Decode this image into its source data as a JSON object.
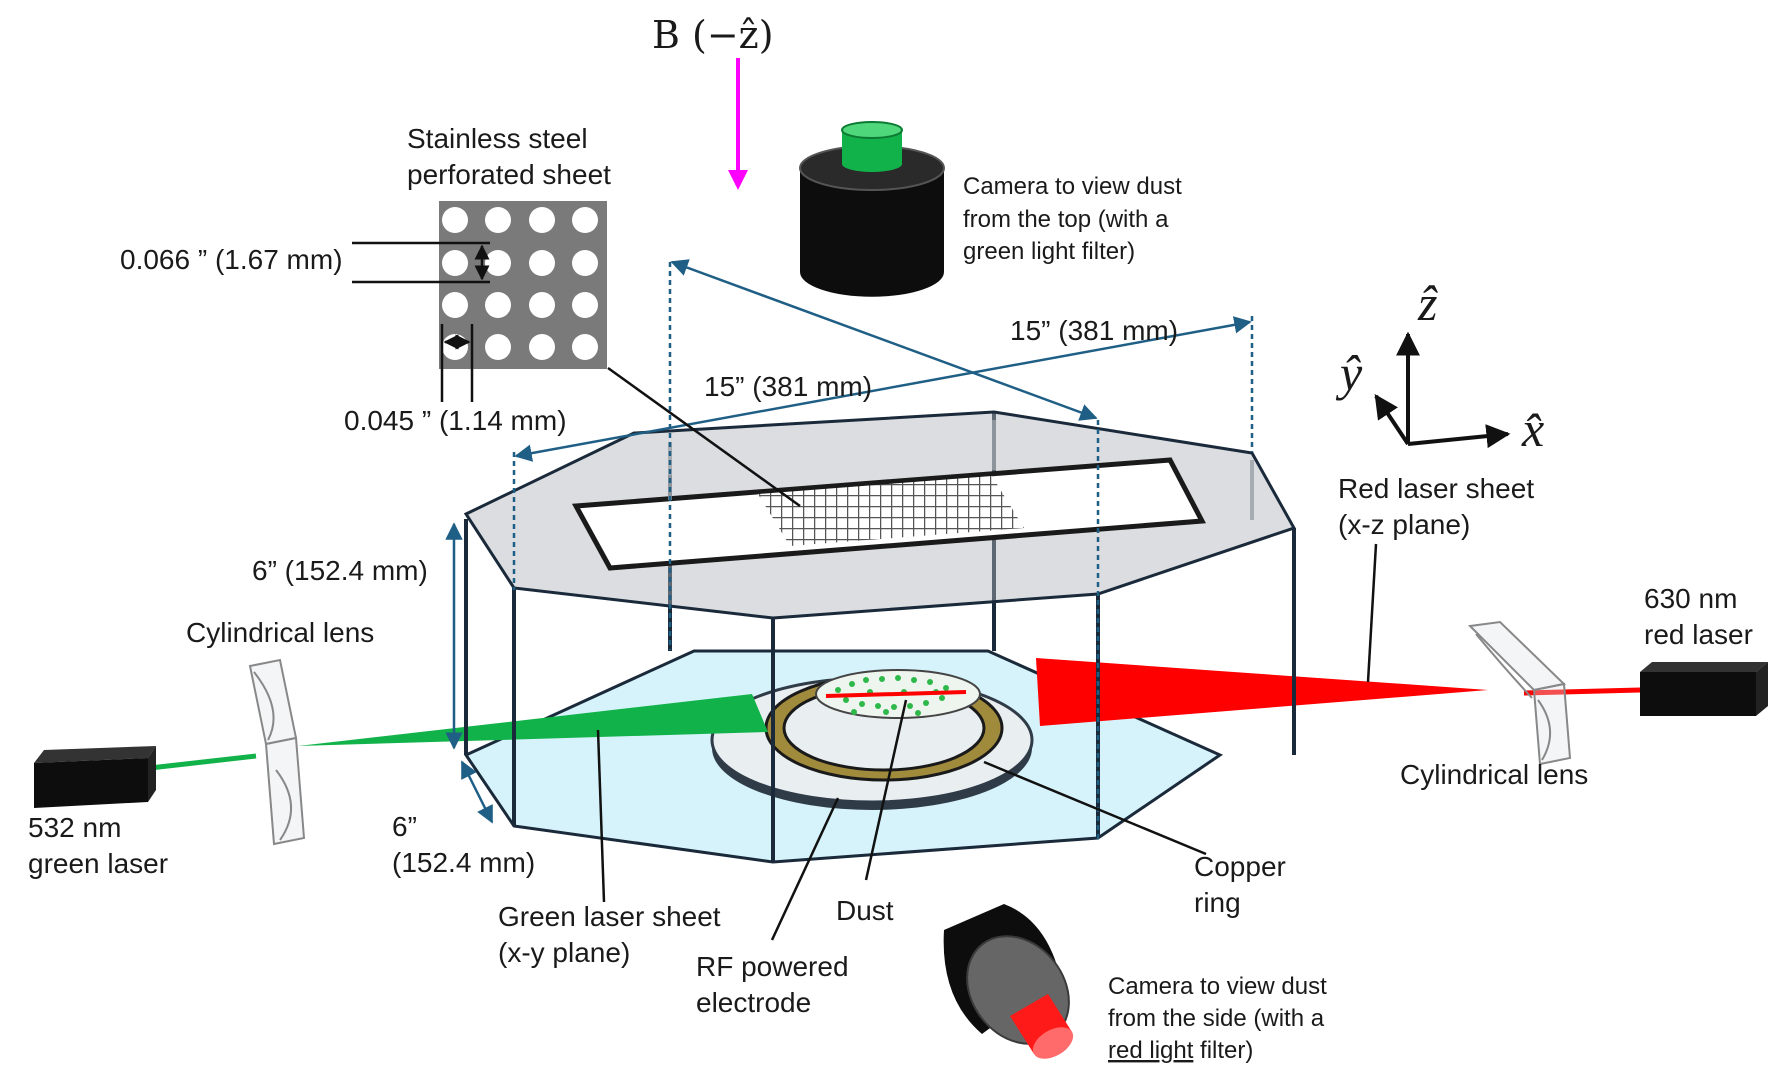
{
  "magnetic_field": {
    "label": "B (−ẑ)",
    "arrow_color": "#ff00ff"
  },
  "perforated_sheet": {
    "title_line1": "Stainless steel",
    "title_line2": "perforated sheet",
    "hole_spacing": "0.066 ” (1.67 mm)",
    "hole_diameter": "0.045 ” (1.14 mm)"
  },
  "top_camera": {
    "line1": "Camera to view dust",
    "line2": "from the top (with a",
    "line3": "green light filter)",
    "filter_color": "#12b24a"
  },
  "side_camera": {
    "line1": "Camera to view dust",
    "line2": "from the side (with a",
    "line3_part1": "red light",
    "line3_part2": " filter)",
    "filter_color": "#ff1a1a"
  },
  "dimensions": {
    "width_right": "15” (381 mm)",
    "width_left": "15” (381 mm)",
    "height": "6” (152.4 mm)",
    "depth_line1": "6”",
    "depth_line2": "(152.4 mm)",
    "dimension_color": "#1f5f86"
  },
  "axes": {
    "z": "ẑ",
    "y": "ŷ",
    "x": "x̂"
  },
  "red_laser": {
    "sheet_line1": "Red laser sheet",
    "sheet_line2": "(x-z plane)",
    "source_line1": "630 nm",
    "source_line2": "red laser",
    "lens": "Cylindrical lens",
    "color": "#ff0000"
  },
  "green_laser": {
    "sheet_line1": "Green laser sheet",
    "sheet_line2": "(x-y plane)",
    "source_line1": "532 nm",
    "source_line2": "green laser",
    "lens": "Cylindrical lens",
    "color": "#12b24a"
  },
  "components": {
    "copper_line1": "Copper",
    "copper_line2": "ring",
    "dust": "Dust",
    "electrode_line1": "RF powered",
    "electrode_line2": "electrode",
    "copper_color": "#a08a3c",
    "bottom_plate_color": "#d6f3fb"
  }
}
